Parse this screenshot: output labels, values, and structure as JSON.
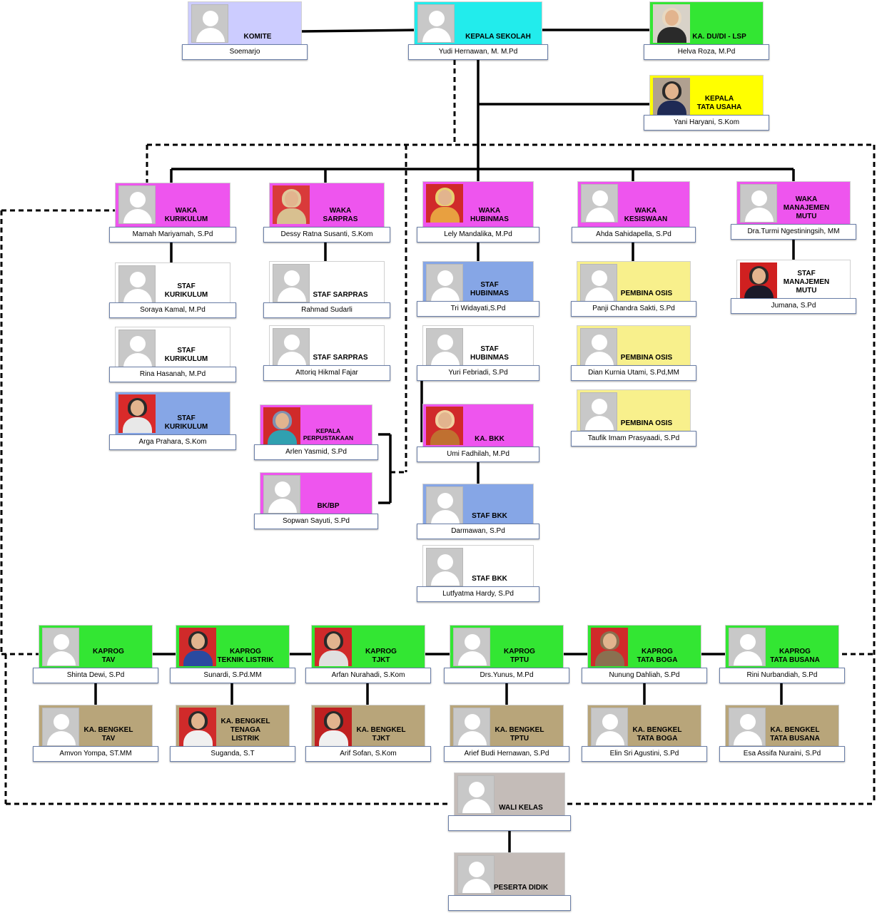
{
  "colors": {
    "lavender": "#ccccff",
    "cyan": "#22ecec",
    "green": "#33e633",
    "yellow": "#ffff00",
    "magenta": "#ee55ee",
    "white": "#ffffff",
    "blue": "#86a6e6",
    "light_yellow": "#f8f08c",
    "tan": "#b8a57a",
    "grey": "#c4bcb8"
  },
  "cards": {
    "komite": {
      "role": "KOMITE",
      "name": "Soemarjo"
    },
    "kepala_sekolah": {
      "role": "KEPALA SEKOLAH",
      "name": "Yudi Hernawan, M. M.Pd"
    },
    "ka_dudi": {
      "role": "KA. DU/DI - LSP",
      "name": "Helva Roza, M.Pd"
    },
    "kepala_tu": {
      "role": "KEPALA\nTATA USAHA",
      "name": "Yani Haryani, S.Kom"
    },
    "waka_kurikulum": {
      "role": "WAKA\nKURIKULUM",
      "name": "Mamah Mariyamah, S.Pd"
    },
    "waka_sarpras": {
      "role": "WAKA\nSARPRAS",
      "name": "Dessy Ratna Susanti, S.Kom"
    },
    "waka_hubinmas": {
      "role": "WAKA\nHUBINMAS",
      "name": "Lely Mandalika, M.Pd"
    },
    "waka_kesiswaan": {
      "role": "WAKA\nKESISWAAN",
      "name": "Ahda Sahidapella, S.Pd"
    },
    "waka_mutu": {
      "role": "WAKA\nMANAJEMEN\nMUTU",
      "name": "Dra.Turmi Ngestiningsih, MM"
    },
    "staf_kur_1": {
      "role": "STAF\nKURIKULUM",
      "name": "Soraya Kamal, M.Pd"
    },
    "staf_kur_2": {
      "role": "STAF\nKURIKULUM",
      "name": "Rina Hasanah, M.Pd"
    },
    "staf_kur_3": {
      "role": "STAF\nKURIKULUM",
      "name": "Arga Prahara, S.Kom"
    },
    "staf_sarpras_1": {
      "role": "STAF SARPRAS",
      "name": "Rahmad Sudarli"
    },
    "staf_sarpras_2": {
      "role": "STAF SARPRAS",
      "name": "Attoriq Hikmal Fajar"
    },
    "kepala_perpus": {
      "role": "KEPALA\nPERPUSTAKAAN",
      "name": "Arlen Yasmid, S.Pd"
    },
    "bk_bp": {
      "role": "BK/BP",
      "name": "Sopwan Sayuti, S.Pd"
    },
    "staf_hub_1": {
      "role": "STAF\nHUBINMAS",
      "name": "Tri Widayati,S.Pd"
    },
    "staf_hub_2": {
      "role": "STAF\nHUBINMAS",
      "name": "Yuri Febriadi, S.Pd"
    },
    "ka_bkk": {
      "role": "KA. BKK",
      "name": "Umi Fadhilah, M.Pd"
    },
    "staf_bkk_1": {
      "role": "STAF BKK",
      "name": "Darmawan, S.Pd"
    },
    "staf_bkk_2": {
      "role": "STAF BKK",
      "name": "Lutfyatma Hardy, S.Pd"
    },
    "osis_1": {
      "role": "PEMBINA OSIS",
      "name": "Panji Chandra Sakti, S.Pd"
    },
    "osis_2": {
      "role": "PEMBINA OSIS",
      "name": "Dian Kurnia Utami, S.Pd,MM"
    },
    "osis_3": {
      "role": "PEMBINA OSIS",
      "name": "Taufik Imam Prasyaadi, S.Pd"
    },
    "staf_mutu": {
      "role": "STAF\nMANAJEMEN\nMUTU",
      "name": "Jumana, S.Pd"
    },
    "kaprog_tav": {
      "role": "KAPROG\nTAV",
      "name": "Shinta Dewi, S.Pd"
    },
    "kaprog_tl": {
      "role": "KAPROG\nTEKNIK LISTRIK",
      "name": "Sunardi, S.Pd.MM"
    },
    "kaprog_tjkt": {
      "role": "KAPROG\nTJKT",
      "name": "Arfan Nurahadi, S.Kom"
    },
    "kaprog_tptu": {
      "role": "KAPROG\nTPTU",
      "name": "Drs.Yunus, M.Pd"
    },
    "kaprog_boga": {
      "role": "KAPROG\nTATA BOGA",
      "name": "Nunung Dahliah, S.Pd"
    },
    "kaprog_busana": {
      "role": "KAPROG\nTATA BUSANA",
      "name": "Rini Nurbandiah, S.Pd"
    },
    "bengkel_tav": {
      "role": "KA. BENGKEL\nTAV",
      "name": "Amvon Yompa, ST.MM"
    },
    "bengkel_tl": {
      "role": "KA. BENGKEL\nTENAGA\nLISTRIK",
      "name": "Suganda, S.T"
    },
    "bengkel_tjkt": {
      "role": "KA. BENGKEL\nTJKT",
      "name": "Arif Sofan, S.Kom"
    },
    "bengkel_tptu": {
      "role": "KA. BENGKEL\nTPTU",
      "name": "Arief Budi Hernawan, S.Pd"
    },
    "bengkel_boga": {
      "role": "KA. BENGKEL\nTATA BOGA",
      "name": "Elin Sri Agustini, S.Pd"
    },
    "bengkel_busana": {
      "role": "KA. BENGKEL\nTATA BUSANA",
      "name": "Esa Assifa Nuraini, S.Pd"
    },
    "wali_kelas": {
      "role": "WALI KELAS",
      "name": ""
    },
    "peserta_didik": {
      "role": "PESERTA DIDIK",
      "name": ""
    }
  }
}
